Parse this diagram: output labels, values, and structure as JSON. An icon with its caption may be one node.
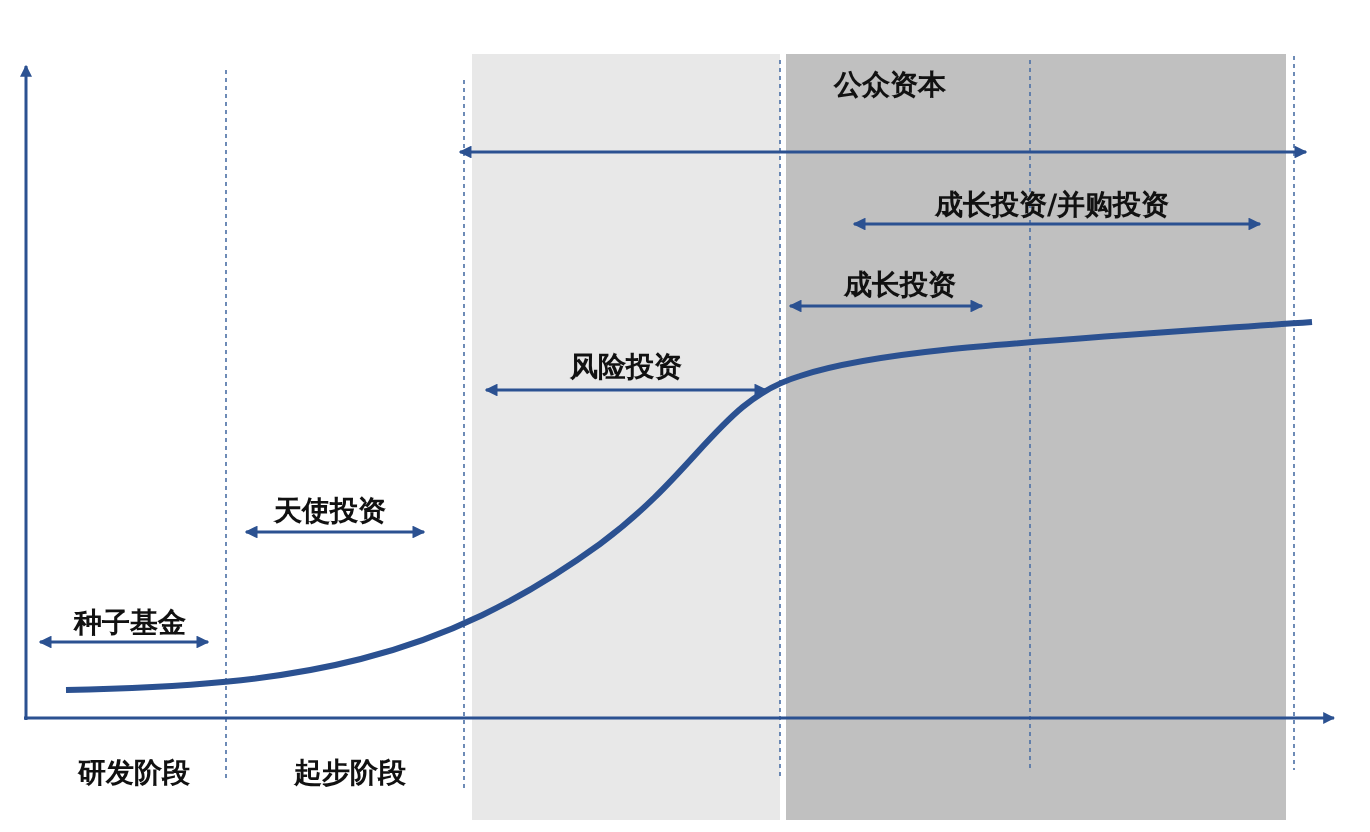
{
  "diagram": {
    "labels": [
      "公众资本",
      "成长投资/并购投资",
      "成长投资",
      "风险投资",
      "天使投资",
      "种子基金",
      "研发阶段",
      "起步阶段"
    ]
  }
}
